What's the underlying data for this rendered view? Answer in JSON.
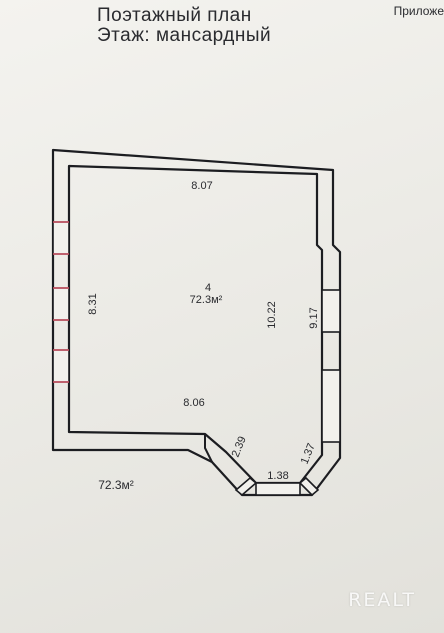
{
  "header": {
    "title_line1": "Поэтажный план",
    "title_line2": "Этаж: мансардный",
    "corner_text": "Приложе"
  },
  "room": {
    "number": "4",
    "area": "72.3м²"
  },
  "dimensions": {
    "top": "8.07",
    "left": "8.31",
    "inner_vertical": "10.22",
    "right": "9.17",
    "bottom": "8.06",
    "diag_left": "2.39",
    "bay_bottom": "1.38",
    "diag_right": "1.37"
  },
  "total_area": "72.3м²",
  "watermark": "REALT"
}
